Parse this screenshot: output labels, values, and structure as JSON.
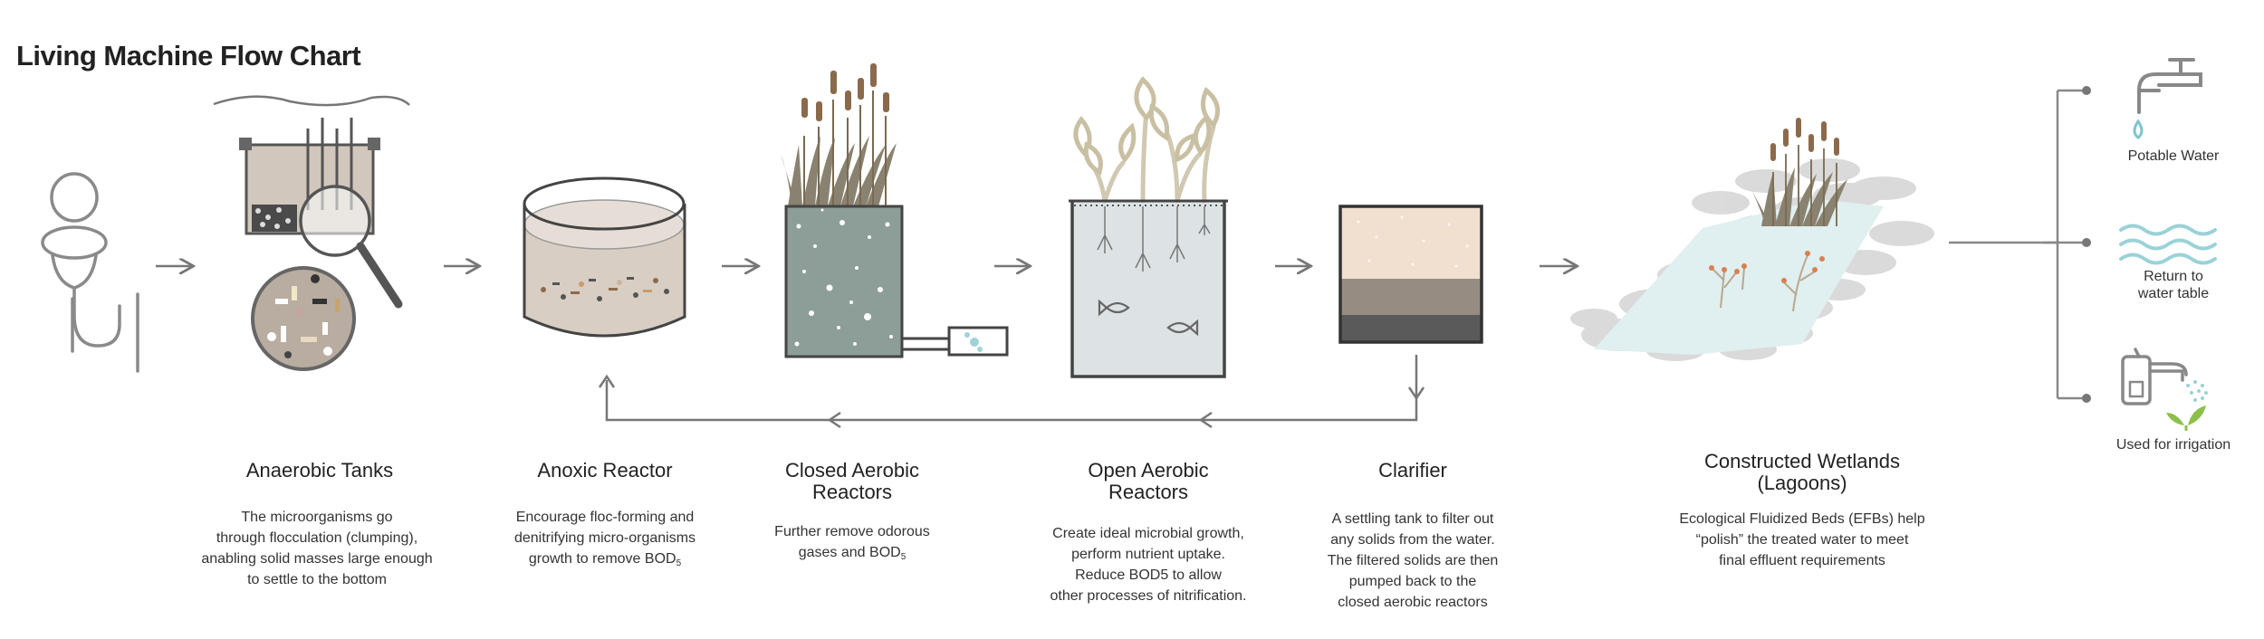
{
  "header": {
    "title": "Living Machine Flow Chart"
  },
  "stages": [
    {
      "title_lines": [
        "Anaerobic Tanks"
      ],
      "desc_lines": [
        "The microorganisms go",
        "through flocculation (clumping),",
        "anabling solid masses large enough",
        "to settle to the bottom"
      ]
    },
    {
      "title_lines": [
        "Anoxic Reactor"
      ],
      "desc_lines": [
        "Encourage floc-forming and",
        "denitrifying micro-organisms",
        "growth to remove BOD"
      ],
      "desc_sub": "5"
    },
    {
      "title_lines": [
        "Closed Aerobic",
        "Reactors"
      ],
      "desc_lines": [
        "Further remove odorous",
        "gases and BOD"
      ],
      "desc_sub": "5"
    },
    {
      "title_lines": [
        "Open Aerobic",
        "Reactors"
      ],
      "desc_lines": [
        "Create ideal microbial growth,",
        "perform nutrient uptake.",
        "Reduce BOD5 to allow",
        "other processes of nitrification."
      ]
    },
    {
      "title_lines": [
        "Clarifier"
      ],
      "desc_lines": [
        "A settling tank to filter out",
        "any solids from the water.",
        "The filtered solids are then",
        "pumped back to the",
        "closed aerobic reactors"
      ]
    },
    {
      "title_lines": [
        "Constructed Wetlands",
        "(Lagoons)"
      ],
      "desc_lines": [
        "Ecological Fluidized Beds (EFBs) help",
        "“polish” the treated water to meet",
        "final effluent requirements"
      ]
    }
  ],
  "outputs": [
    {
      "label_lines": [
        "Potable Water"
      ],
      "icon": "faucet-icon"
    },
    {
      "label_lines": [
        "Return to",
        "water table"
      ],
      "icon": "water-waves-icon"
    },
    {
      "label_lines": [
        "Used for irrigation"
      ],
      "icon": "irrigation-icon"
    }
  ],
  "colors": {
    "stroke": "#555555",
    "tan": "#d8cec3",
    "slate": "#8a9a95",
    "wetland": "#e0efef",
    "reed": "#8c7a5e"
  }
}
